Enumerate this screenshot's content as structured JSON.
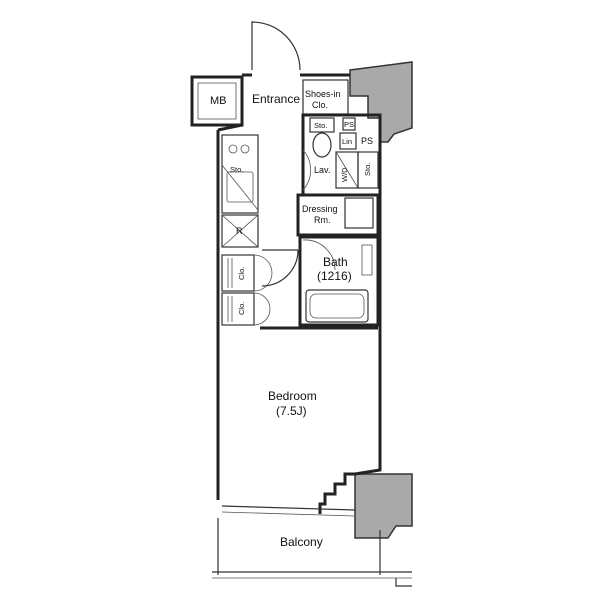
{
  "labels": {
    "mb": "MB",
    "entrance": "Entrance",
    "shoes_in_clo_line1": "Shoes-in",
    "shoes_in_clo_line2": "Clo.",
    "sto_top": "Sto.",
    "lin": "Lin",
    "ps_right": "PS",
    "ps_small": "PS",
    "lav": "Lav.",
    "wd": "W/D",
    "sto_right": "Sto.",
    "sto_kitchen": "Sto.",
    "fridge": "R",
    "dressing_line1": "Dressing",
    "dressing_line2": "Rm.",
    "bath_line1": "Bath",
    "bath_line2": "(1216)",
    "clo_1": "Clo.",
    "clo_2": "Clo.",
    "bedroom_line1": "Bedroom",
    "bedroom_line2": "(7.5J)",
    "balcony": "Balcony"
  },
  "colors": {
    "wall": "#222222",
    "column": "#a9a9a9",
    "background": "#ffffff"
  }
}
